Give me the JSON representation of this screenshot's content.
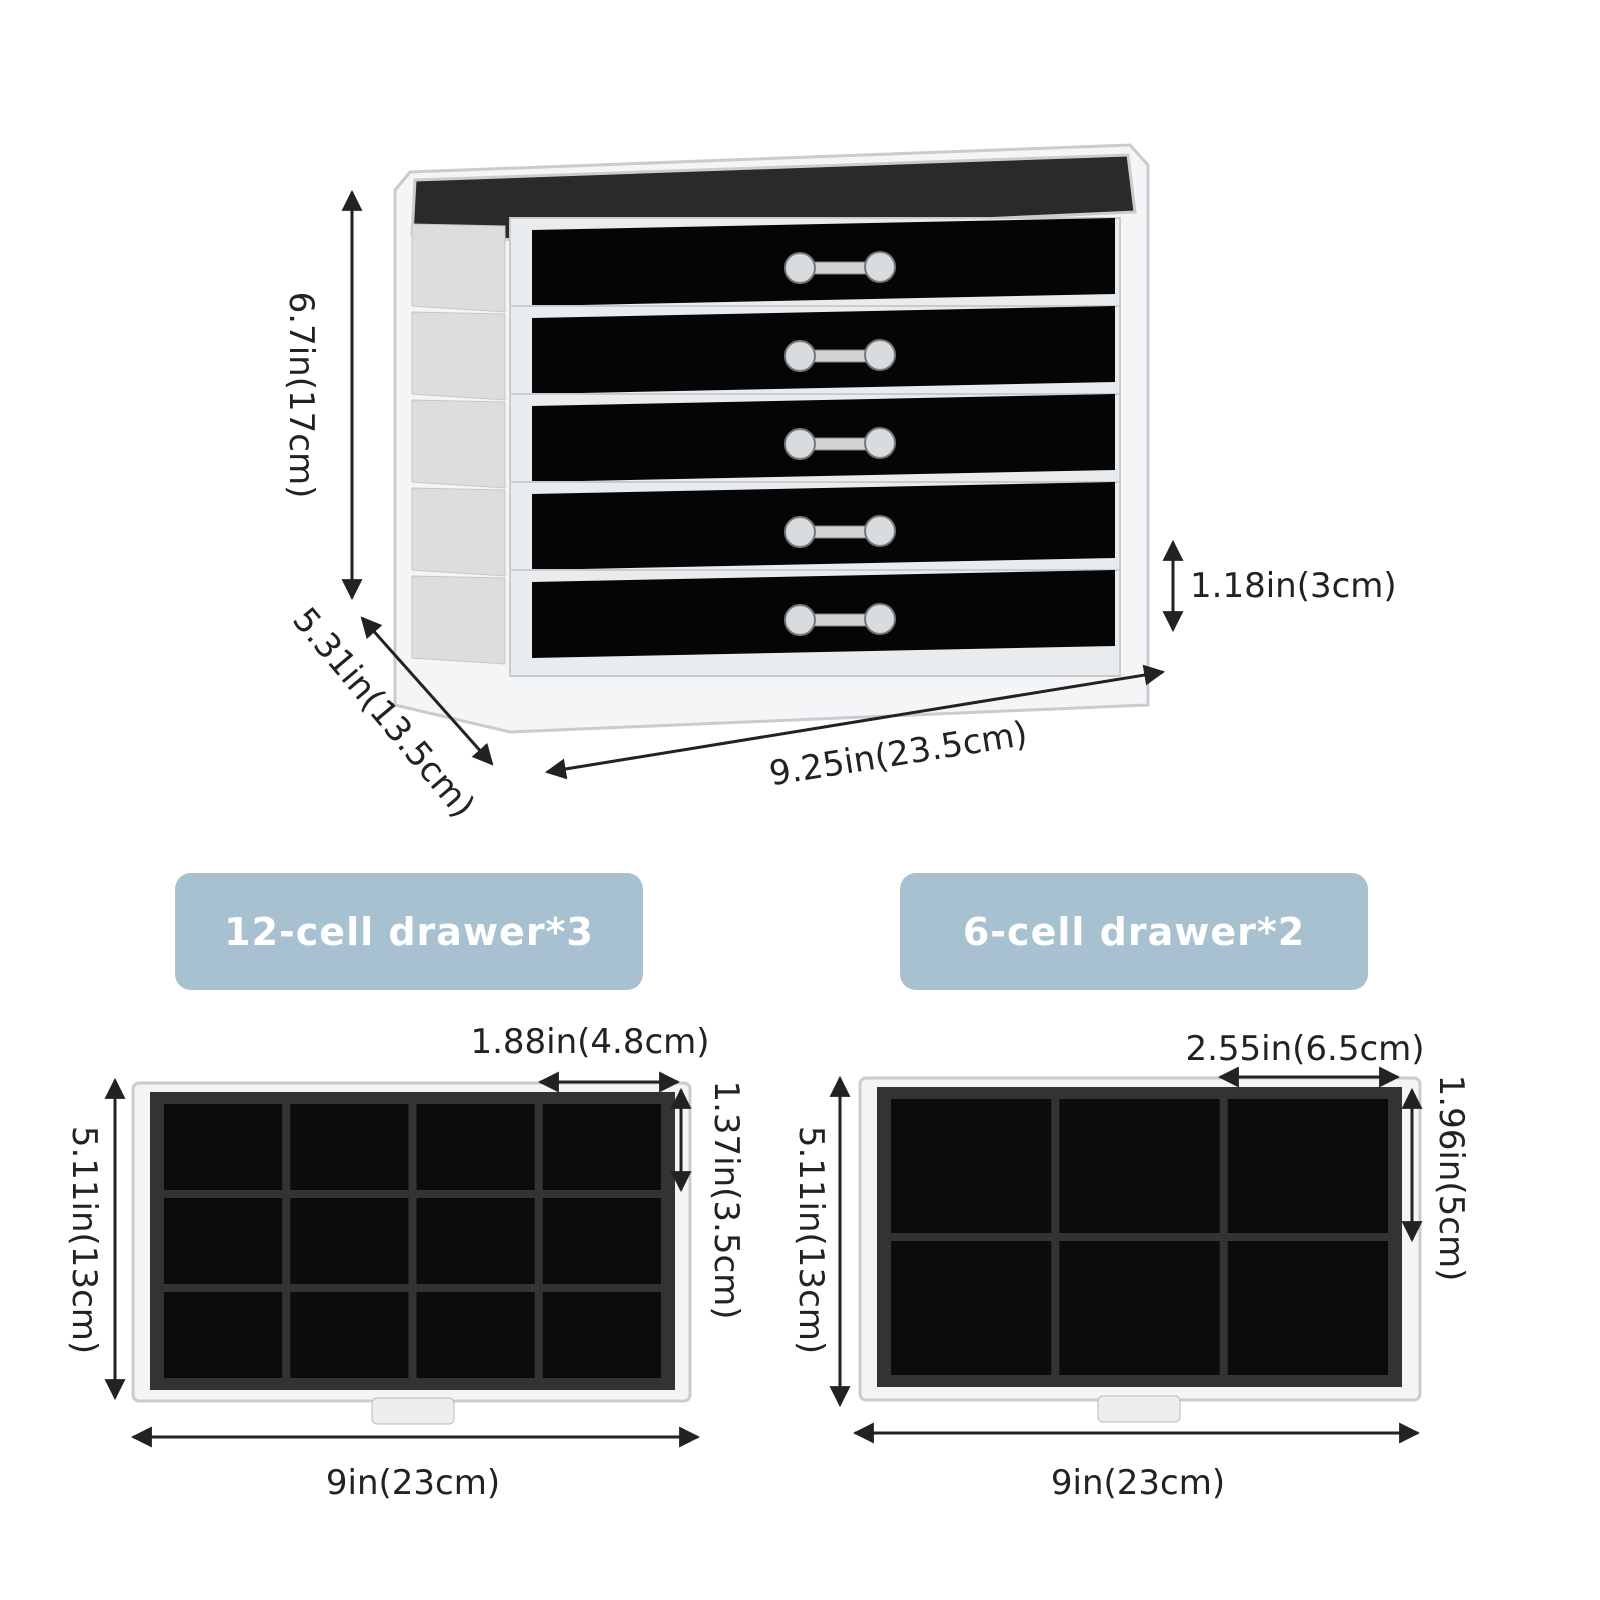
{
  "unit": {
    "height_label": "6.7in(17cm)",
    "depth_label": "5.31in(13.5cm)",
    "width_label": "9.25in(23.5cm)",
    "drawer_height_label": "1.18in(3cm)",
    "drawer_count": 5
  },
  "drawer_12": {
    "title": "12-cell drawer*3",
    "cell_width_label": "1.88in(4.8cm)",
    "cell_height_label": "1.37in(3.5cm)",
    "depth_label": "5.11in(13cm)",
    "width_label": "9in(23cm)",
    "cols": 4,
    "rows": 3
  },
  "drawer_6": {
    "title": "6-cell drawer*2",
    "cell_width_label": "2.55in(6.5cm)",
    "cell_height_label": "1.96in(5cm)",
    "depth_label": "5.11in(13cm)",
    "width_label": "9in(23cm)",
    "cols": 3,
    "rows": 2
  },
  "colors": {
    "badge": "#a7c1d1",
    "velvet": "#111111"
  }
}
